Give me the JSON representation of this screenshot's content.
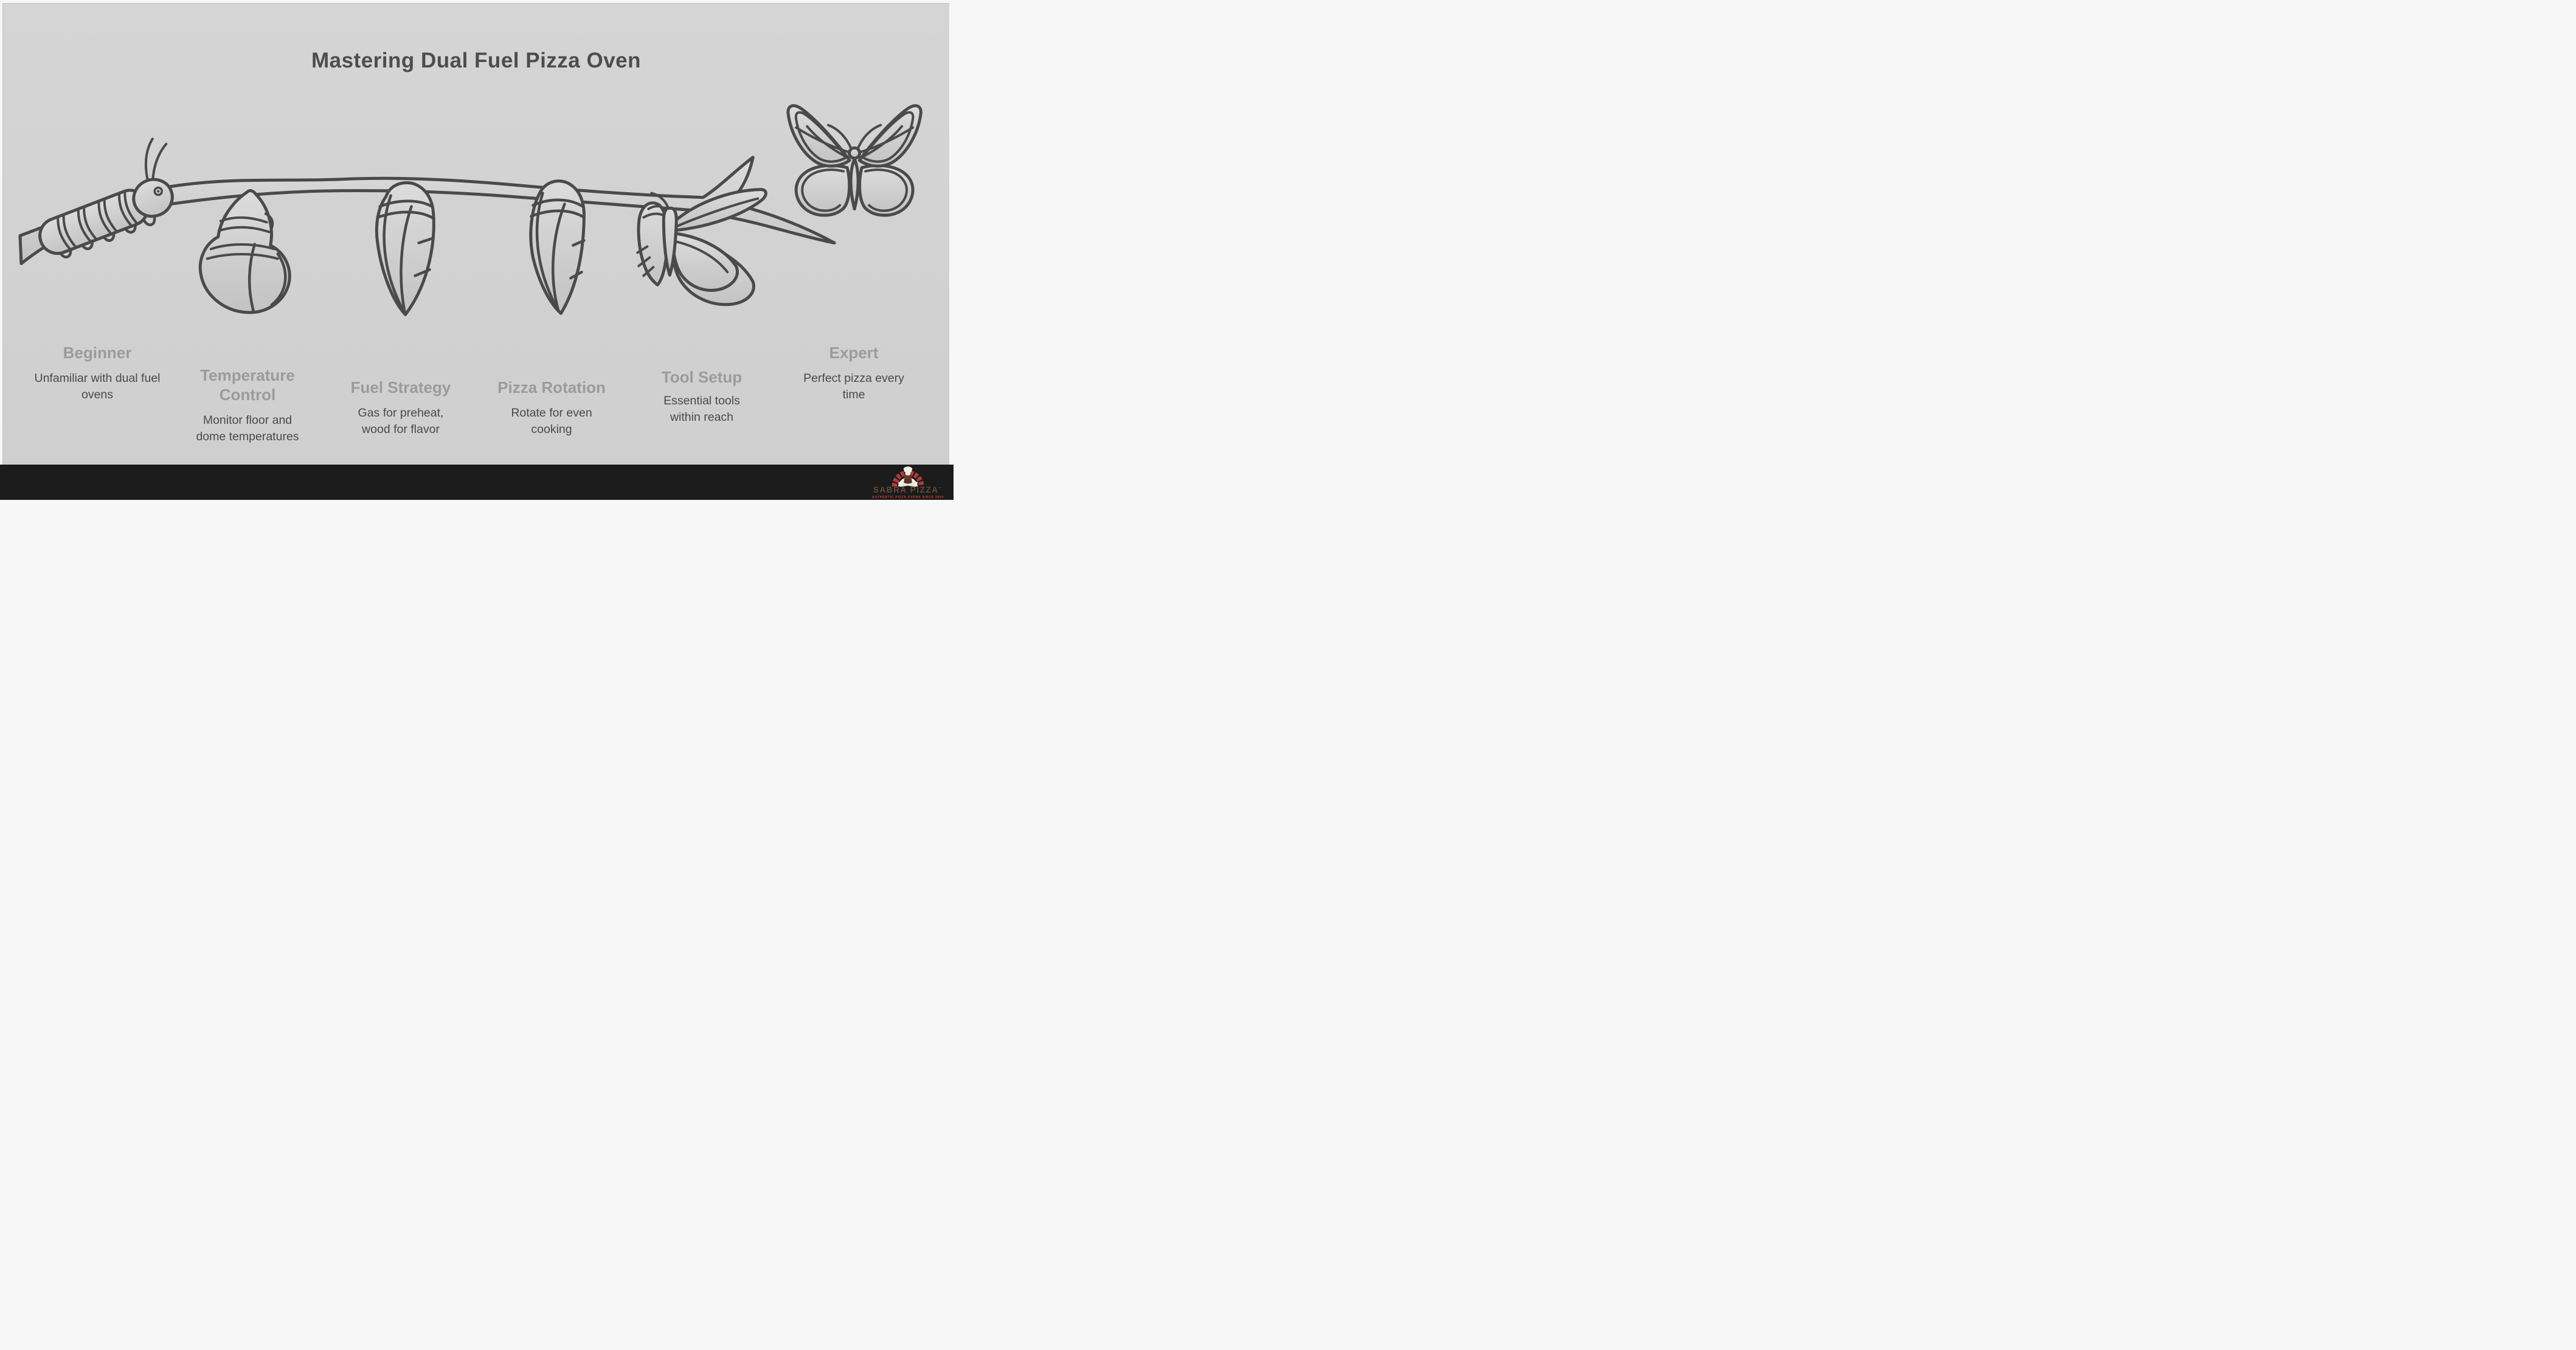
{
  "title": "Mastering Dual Fuel Pizza Oven",
  "stages": [
    {
      "label": "Beginner",
      "description": "Unfamiliar with dual fuel ovens",
      "icon": "caterpillar-icon"
    },
    {
      "label": "Temperature Control",
      "description": "Monitor floor and dome temperatures",
      "icon": "curled-larva-icon"
    },
    {
      "label": "Fuel Strategy",
      "description": "Gas for preheat, wood for flavor",
      "icon": "chrysalis-icon"
    },
    {
      "label": "Pizza Rotation",
      "description": "Rotate for even cooking",
      "icon": "maturing-chrysalis-icon"
    },
    {
      "label": "Tool Setup",
      "description": "Essential tools within reach",
      "icon": "emerging-butterfly-icon"
    },
    {
      "label": "Expert",
      "description": "Perfect pizza every time",
      "icon": "butterfly-icon"
    }
  ],
  "footer": {
    "brand": "SABRA PIZZA",
    "trademark": "™",
    "tagline": "AUTHENTIC PIZZA OVENS SINCE 2004"
  },
  "colors": {
    "background": "#d2d2d2",
    "line_art": "#4a4a4a",
    "title": "#4d4d4d",
    "stage_title": "#9b9b9b",
    "stage_description": "#4a4a4a",
    "footer_background": "#1b1b1b",
    "brand_brown": "#6b4a3a",
    "brand_red": "#b04848",
    "arch_brick_red": "#b23b3b",
    "chef_cream": "#f3ede2",
    "apron_brown": "#53342a",
    "beard_red_brown": "#6e352c"
  }
}
